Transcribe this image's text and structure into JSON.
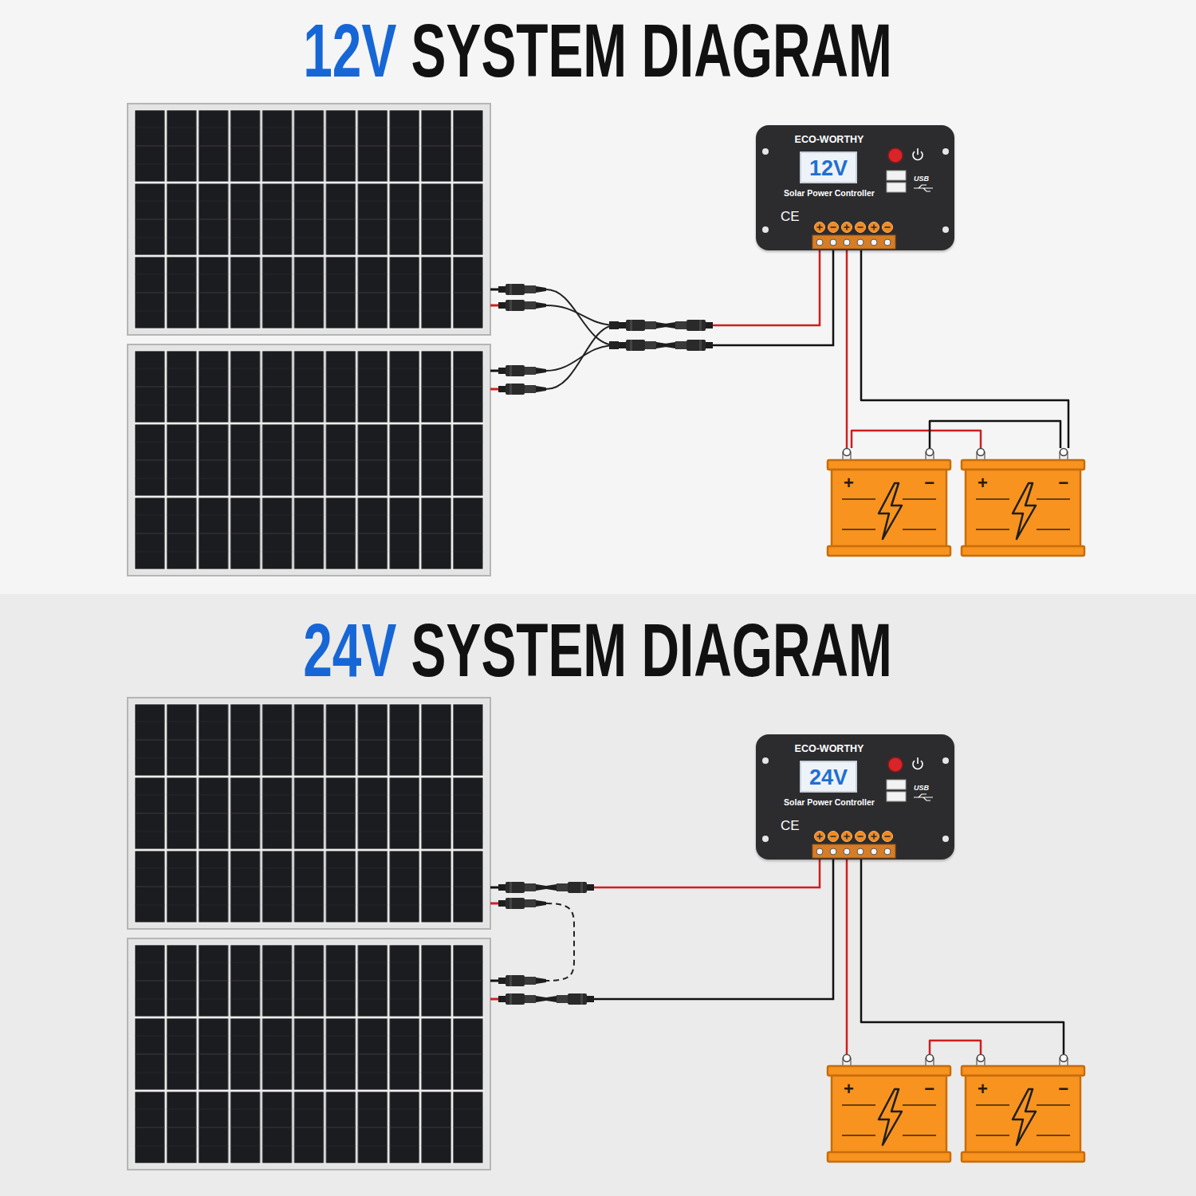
{
  "diagram": {
    "title": "12V SYSTEM DIAGRAM",
    "nodes": [
      {
        "text": [
          "ECO-WORTHY",
          "Solar Power Controller",
          "CE"
        ]
      },
      {
        "text": [
          "12V"
        ],
        "in": 0
      },
      {
        "text": [
          "+",
          "−"
        ]
      },
      {
        "text": [
          "+",
          "−"
        ]
      },
      {
        "text": [
          "ECO-WORTHY",
          "Solar Power Controller",
          "CE"
        ]
      },
      {
        "text": [
          "24V"
        ],
        "in": 4
      },
      {
        "text": [
          "+",
          "−"
        ]
      },
      {
        "text": [
          "+",
          "−"
        ]
      }
    ],
    "edges": [
      {
        "from": 0,
        "to": 2,
        "arrow": "none"
      },
      {
        "from": 0,
        "to": 3,
        "arrow": "none"
      },
      {
        "from": 2,
        "to": 3,
        "arrow": "none"
      },
      {
        "from": 2,
        "to": 3,
        "arrow": "none"
      },
      {
        "from": 4,
        "to": 6,
        "arrow": "none"
      },
      {
        "from": 4,
        "to": 7,
        "arrow": "none"
      },
      {
        "from": 6,
        "to": 7,
        "arrow": "none"
      }
    ],
    "labels": [
      "USB",
      "24V SYSTEM DIAGRAM",
      "USB"
    ]
  }
}
